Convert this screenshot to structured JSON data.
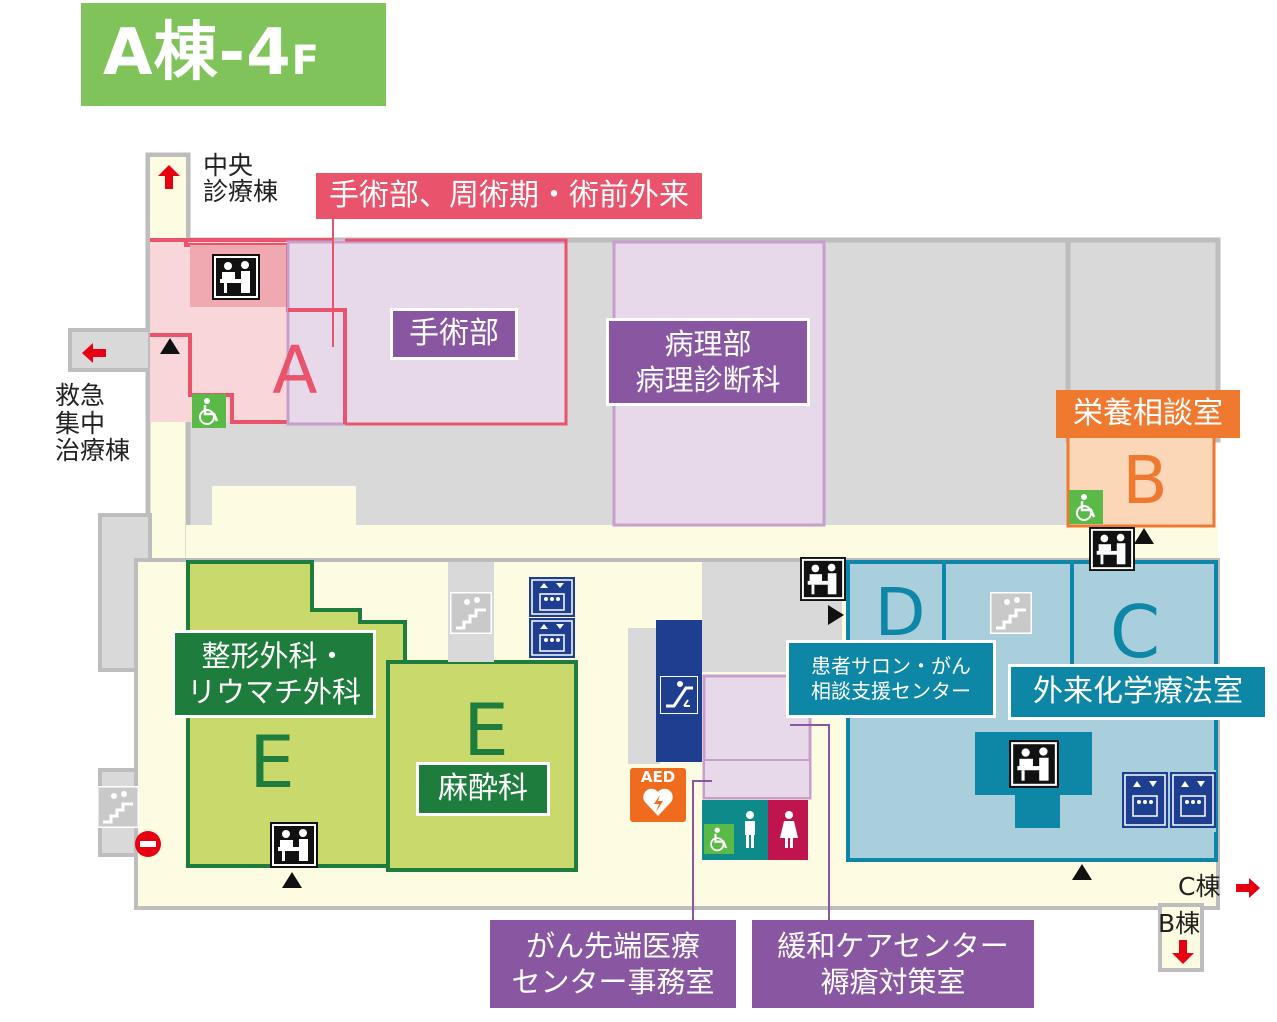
{
  "title": {
    "building": "A棟",
    "sep": "-",
    "floor": "4",
    "floor_suffix": "F"
  },
  "directions": {
    "central": "中央\n診療棟",
    "emergency": "救急\n集中\n治療棟",
    "c_building": "C棟",
    "b_building": "B棟"
  },
  "zones": {
    "a": {
      "letter": "A",
      "label": "手術部、周術期・術前外来"
    },
    "b": {
      "letter": "B",
      "label": "栄養相談室"
    },
    "c": {
      "letter": "C",
      "label": "外来化学療法室"
    },
    "d": {
      "letter": "D",
      "label": "患者サロン・がん\n相談支援センター"
    },
    "e_left": {
      "letter": "E",
      "label": "整形外科・\nリウマチ外科"
    },
    "e_right": {
      "letter": "E",
      "label": "麻酔科"
    }
  },
  "rooms": {
    "surgery": "手術部",
    "pathology": "病理部\n病理診断科",
    "cancer_office": "がん先端医療\nセンター事務室",
    "palliative": "緩和ケアセンター\n褥瘡対策室"
  },
  "aed": "AED",
  "icons": [
    "reception-icon",
    "wheelchair-icon",
    "stairs-icon",
    "elevator-icon",
    "escalator-icon",
    "mens-restroom-icon",
    "womens-restroom-icon",
    "no-entry-icon",
    "aed-icon",
    "arrow-icon"
  ],
  "colors": {
    "zone_a": "#e9536b",
    "zone_b": "#ef7a2f",
    "zone_c": "#0e86a6",
    "zone_e": "#1e7d3c",
    "purple": "#8957a1",
    "title_green": "#7fc35a"
  }
}
